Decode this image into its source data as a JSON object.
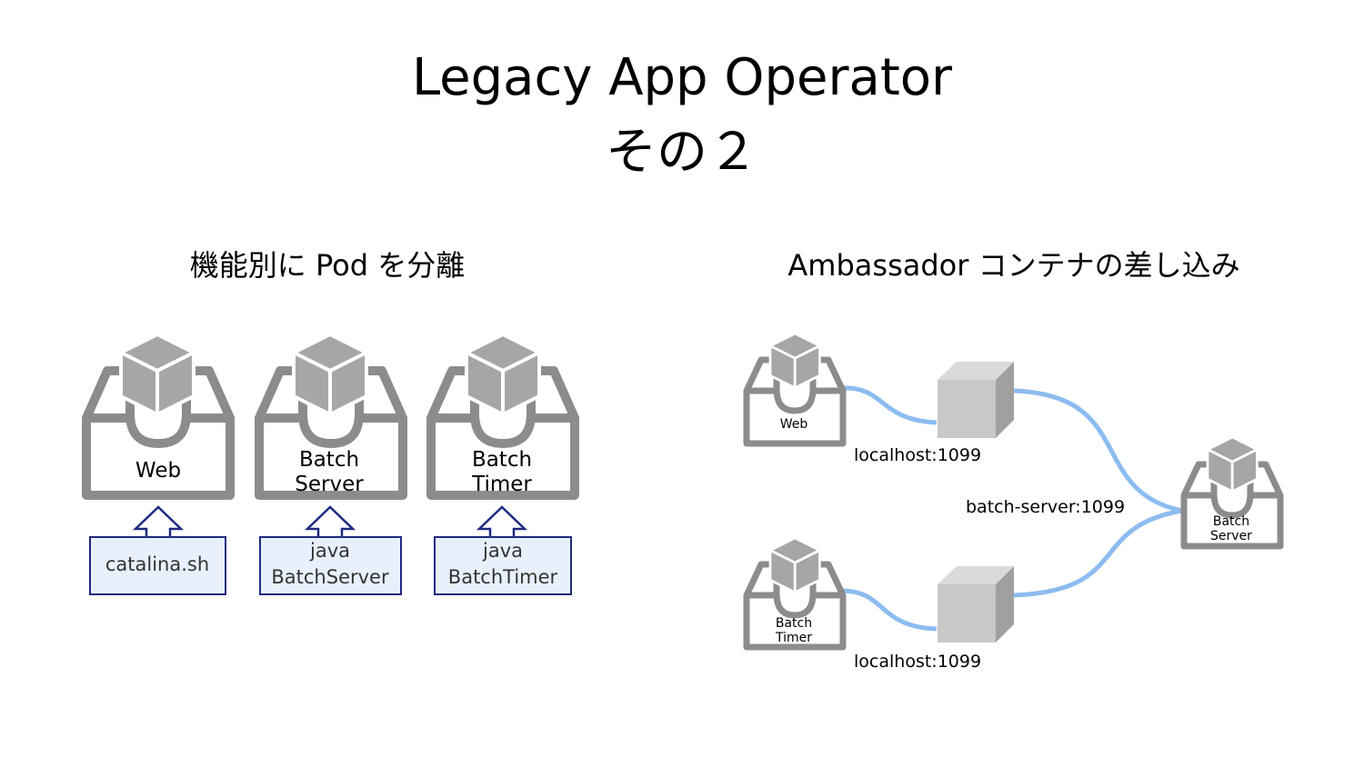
{
  "title": {
    "line1": "Legacy App Operator",
    "line2": "その２"
  },
  "left": {
    "heading": "機能別に Pod を分離",
    "pods": [
      {
        "label_lines": [
          "Web"
        ],
        "command_lines": [
          "catalina.sh"
        ]
      },
      {
        "label_lines": [
          "Batch",
          "Server"
        ],
        "command_lines": [
          "java",
          "BatchServer"
        ]
      },
      {
        "label_lines": [
          "Batch",
          "Timer"
        ],
        "command_lines": [
          "java",
          "BatchTimer"
        ]
      }
    ]
  },
  "right": {
    "heading": "Ambassador コンテナの差し込み",
    "web_pod": "Web",
    "timer_pod": [
      "Batch",
      "Timer"
    ],
    "server_pod": [
      "Batch",
      "Server"
    ],
    "localhost_top": "localhost:1099",
    "localhost_bottom": "localhost:1099",
    "batch_server_label": "batch-server:1099"
  },
  "colors": {
    "pod_gray": "#8c8c8c",
    "cube_gray": "#a6a6a6",
    "arrow_navy": "#1f2a80",
    "cmd_fill": "#e8f1fb",
    "cmd_border": "#1f2a80",
    "connector_blue": "#8cbcf0",
    "ambassador_front": "#c8c8c8"
  }
}
